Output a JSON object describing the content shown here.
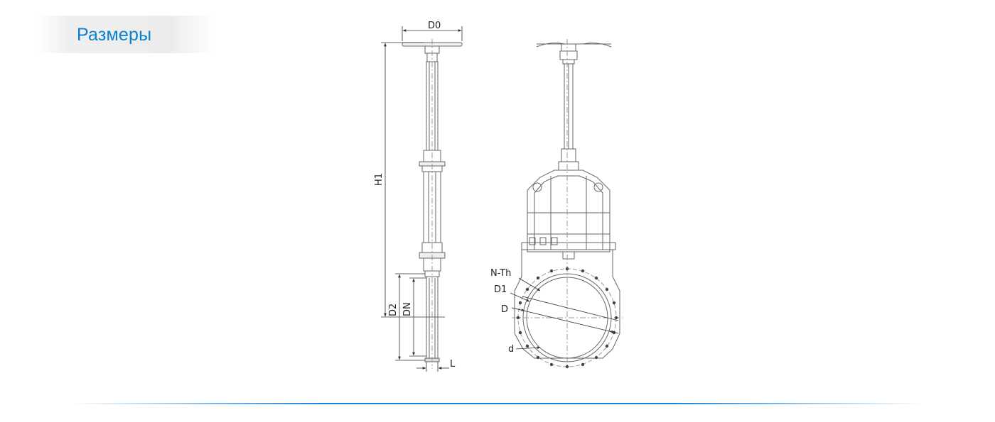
{
  "header": {
    "title": "Размеры"
  },
  "diagram": {
    "labels": {
      "d0": "D0",
      "h1": "H1",
      "d2": "D2",
      "dn": "DN",
      "l": "L",
      "nth": "N-Th",
      "d1": "D1",
      "d": "D",
      "small_d": "d"
    }
  },
  "colors": {
    "accent": "#0a7fd0",
    "line": "#555555"
  }
}
